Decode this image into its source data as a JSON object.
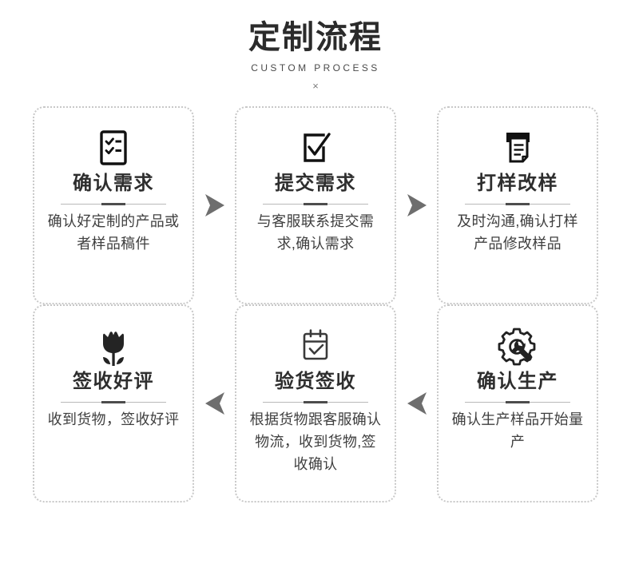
{
  "header": {
    "title": "定制流程",
    "subtitle": "CUSTOM PROCESS",
    "mark": "×"
  },
  "colors": {
    "card_border": "#c8c8c8",
    "title_text": "#2e2e2e",
    "body_text": "#3f3f3f",
    "arrow": "#6e6e6e",
    "rule_light": "#b9b9b9",
    "rule_dark": "#4d4d4d",
    "background": "#ffffff"
  },
  "flow": {
    "row1": [
      {
        "step": "1",
        "icon": "checklist-clipboard-icon",
        "title": "确认需求",
        "desc": "确认好定制的产品或者样品稿件"
      },
      {
        "step": "2",
        "icon": "checkbox-check-icon",
        "title": "提交需求",
        "desc": "与客服联系提交需求,确认需求"
      },
      {
        "step": "3",
        "icon": "printer-document-icon",
        "title": "打样改样",
        "desc": "及时沟通,确认打样产品修改样品"
      }
    ],
    "row2": [
      {
        "step": "6",
        "icon": "tulip-flower-icon",
        "title": "签收好评",
        "desc": "收到货物，签收好评"
      },
      {
        "step": "5",
        "icon": "calendar-check-icon",
        "title": "验货签收",
        "desc": "根据货物跟客服确认物流，收到货物,签收确认"
      },
      {
        "step": "4",
        "icon": "gear-wrench-icon",
        "title": "确认生产",
        "desc": "确认生产样品开始量产"
      }
    ],
    "arrows": {
      "right1": "arrow-right",
      "right2": "arrow-right",
      "down": "arrow-down",
      "left1": "arrow-left",
      "left2": "arrow-left"
    }
  }
}
